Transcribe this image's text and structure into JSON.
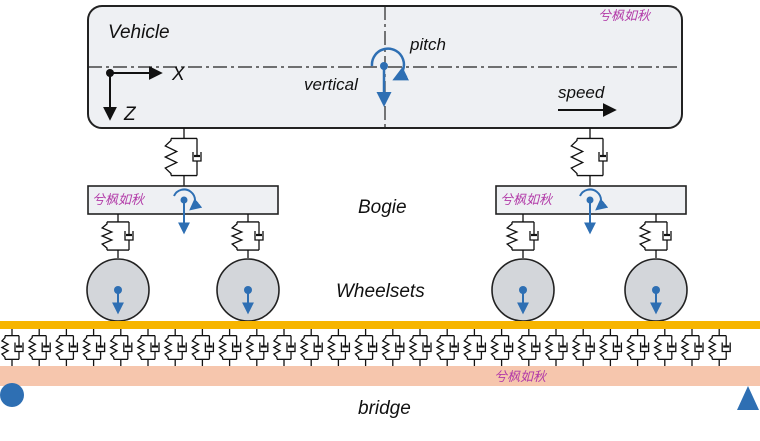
{
  "labels": {
    "vehicle": "Vehicle",
    "pitch": "pitch",
    "vertical": "vertical",
    "speed": "speed",
    "axis_x": "X",
    "axis_z": "Z",
    "bogie": "Bogie",
    "wheelsets": "Wheelsets",
    "bridge": "bridge"
  },
  "watermark": "兮枫如秋",
  "colors": {
    "body_fill": "#eef0f3",
    "dof_blue": "#2e6fb3",
    "rail": "#f7b500",
    "bridge": "#f6c6ad",
    "watermark": "#b23aa8",
    "wheel_fill": "#d3d6da"
  }
}
